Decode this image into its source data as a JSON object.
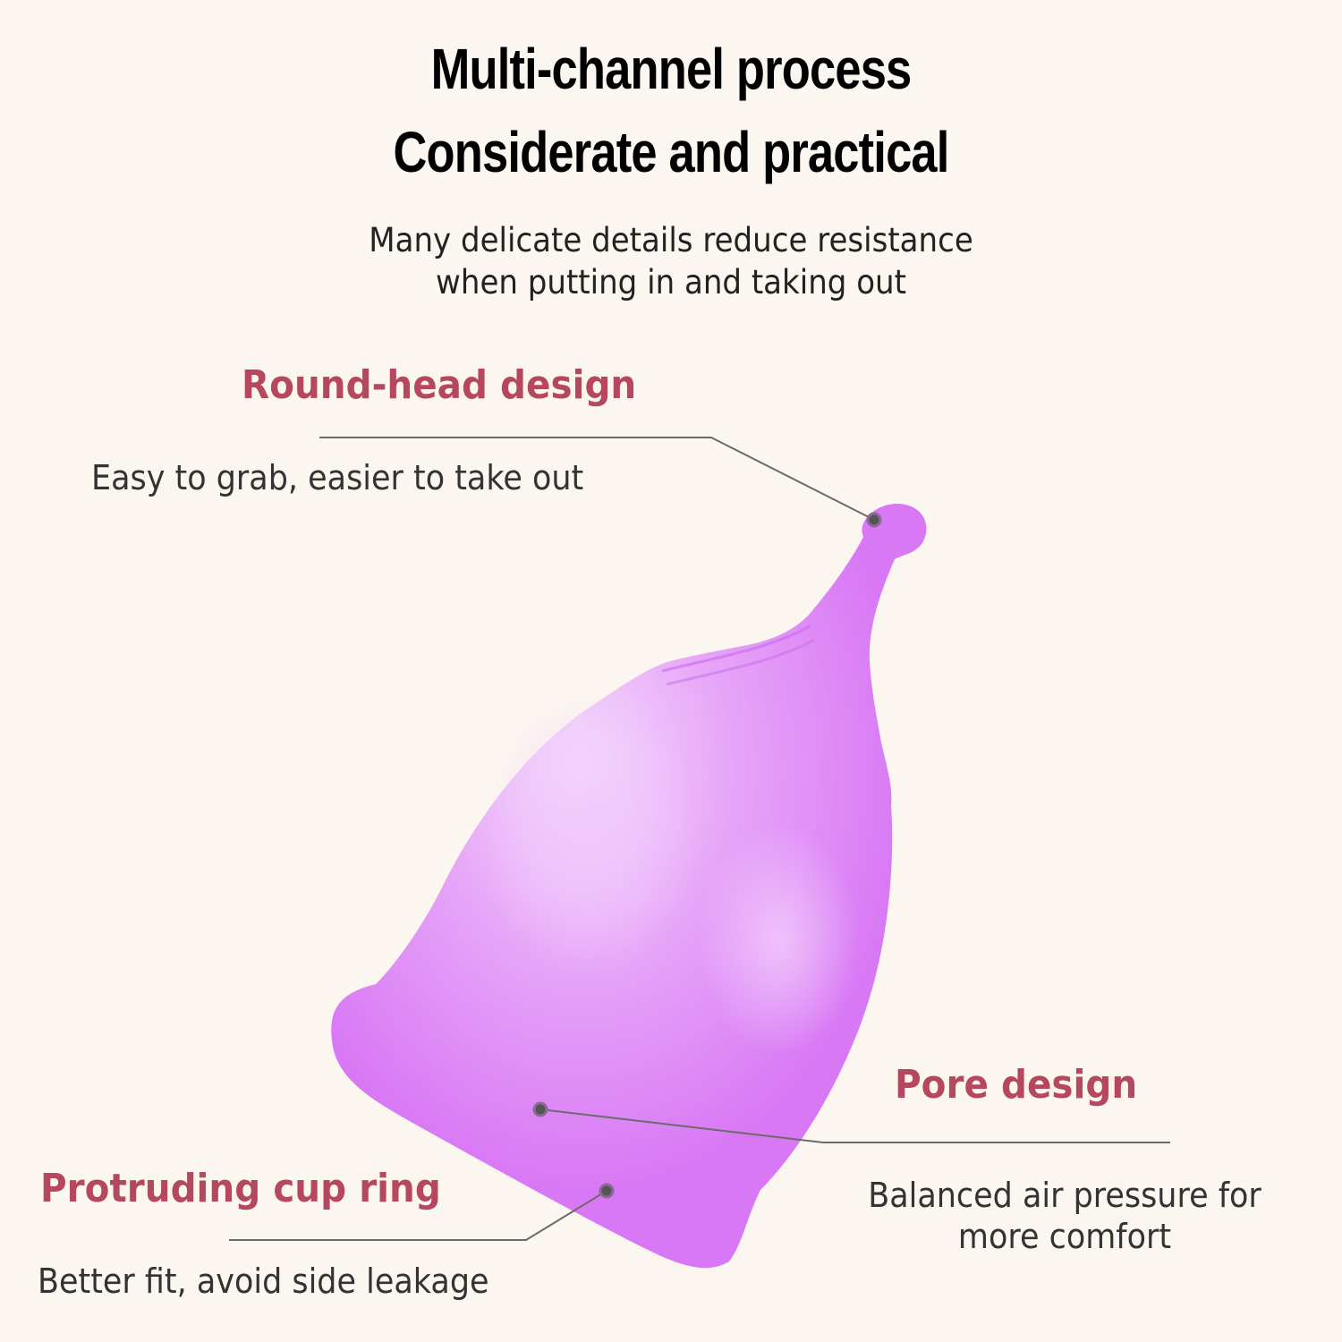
{
  "header": {
    "title_line1": "Multi-channel process",
    "title_line2": "Considerate and practical",
    "subtitle_line1": "Many delicate details reduce resistance",
    "subtitle_line2": "when putting in and taking out"
  },
  "features": [
    {
      "title": "Round-head design",
      "description": "Easy to grab, easier to take out"
    },
    {
      "title": "Pore design",
      "description_line1": "Balanced air pressure for",
      "description_line2": "more comfort"
    },
    {
      "title": "Protruding cup ring",
      "description": "Better fit, avoid side leakage"
    }
  ],
  "product": {
    "name": "menstrual-cup",
    "color": "#d97cf6",
    "highlight": "#f2d4fb"
  },
  "colors": {
    "background": "#fcf6f1",
    "heading": "#b5485f",
    "body_text": "#333333",
    "leader_line": "#6b6b6b"
  }
}
